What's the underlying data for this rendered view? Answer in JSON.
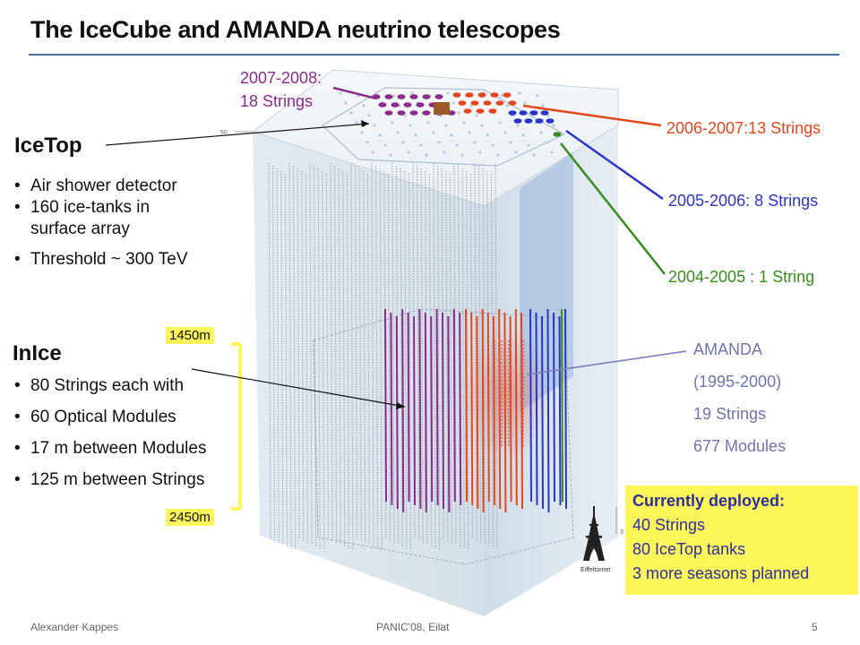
{
  "title": "The IceCube and AMANDA neutrino telescopes",
  "icetop": {
    "heading": "IceTop",
    "bullets": [
      "Air shower detector",
      "160 ice-tanks in",
      "surface array",
      "Threshold ~ 300 TeV"
    ]
  },
  "inice": {
    "heading": "InIce",
    "bullets": [
      "80 Strings each with",
      "60 Optical Modules",
      "17 m between Modules",
      "125 m between Strings"
    ]
  },
  "depth": {
    "top": "1450m",
    "bottom": "2450m"
  },
  "seasons": {
    "s2007": {
      "line1": "2007-2008:",
      "line2": "18 Strings",
      "color": "#8a2c8c"
    },
    "s2006": {
      "text": "2006-2007:13 Strings",
      "color": "#e2471f"
    },
    "s2005": {
      "text": "2005-2006: 8 Strings",
      "color": "#2a35c8"
    },
    "s2004": {
      "text": "2004-2005 : 1 String",
      "color": "#3a8a22"
    }
  },
  "amanda": {
    "lines": [
      "AMANDA",
      "(1995-2000)",
      "19 Strings",
      "677 Modules"
    ],
    "color": "#6f74b0"
  },
  "deployed": {
    "title": "Currently deployed:",
    "lines": [
      "40 Strings",
      "80 IceTop tanks",
      "3 more seasons planned"
    ]
  },
  "eiffel_label": "Eiffeltornet",
  "scale_small": {
    "top": "50",
    "right": "3"
  },
  "footer": {
    "author": "Alexander Kappes",
    "conference": "PANIC'08, Eilat",
    "page": "5"
  }
}
